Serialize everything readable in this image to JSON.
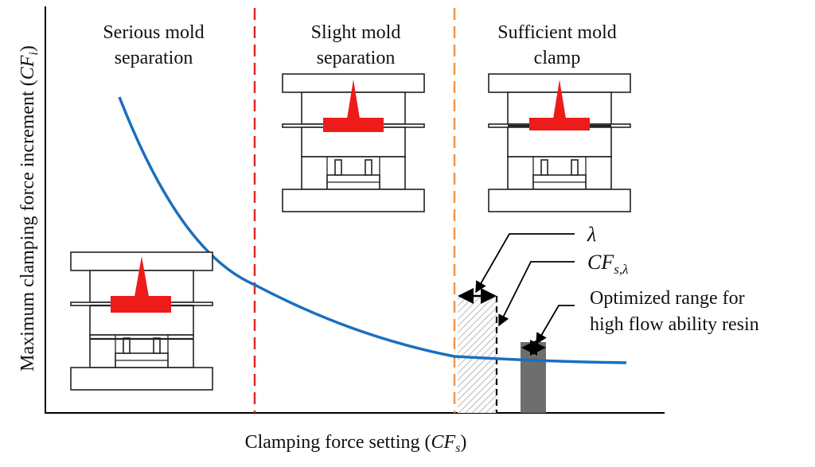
{
  "axes": {
    "y_label": "Maximum clamping force increment (",
    "y_symbol": "CF",
    "y_sub": "i",
    "y_close": ")",
    "x_label": "Clamping force setting (",
    "x_symbol": "CF",
    "x_sub": "s",
    "x_close": ")"
  },
  "regions": [
    {
      "line1": "Serious mold",
      "line2": "separation",
      "boundary_color": ""
    },
    {
      "line1": "Slight mold",
      "line2": "separation",
      "boundary_color": "#e02828"
    },
    {
      "line1": "Sufficient mold",
      "line2": "clamp",
      "boundary_color": "#f0964a"
    }
  ],
  "annotations": {
    "lambda": "λ",
    "cf_symbol": "CF",
    "cf_sub": "s,λ",
    "optimized_line1": "Optimized range for",
    "optimized_line2": "high flow ability resin"
  },
  "colors": {
    "curve": "#1a6fbf",
    "mold_resin": "#ee1b1b",
    "optimized_bar": "#6e6e6e",
    "hatch": "#bdbdbd"
  }
}
